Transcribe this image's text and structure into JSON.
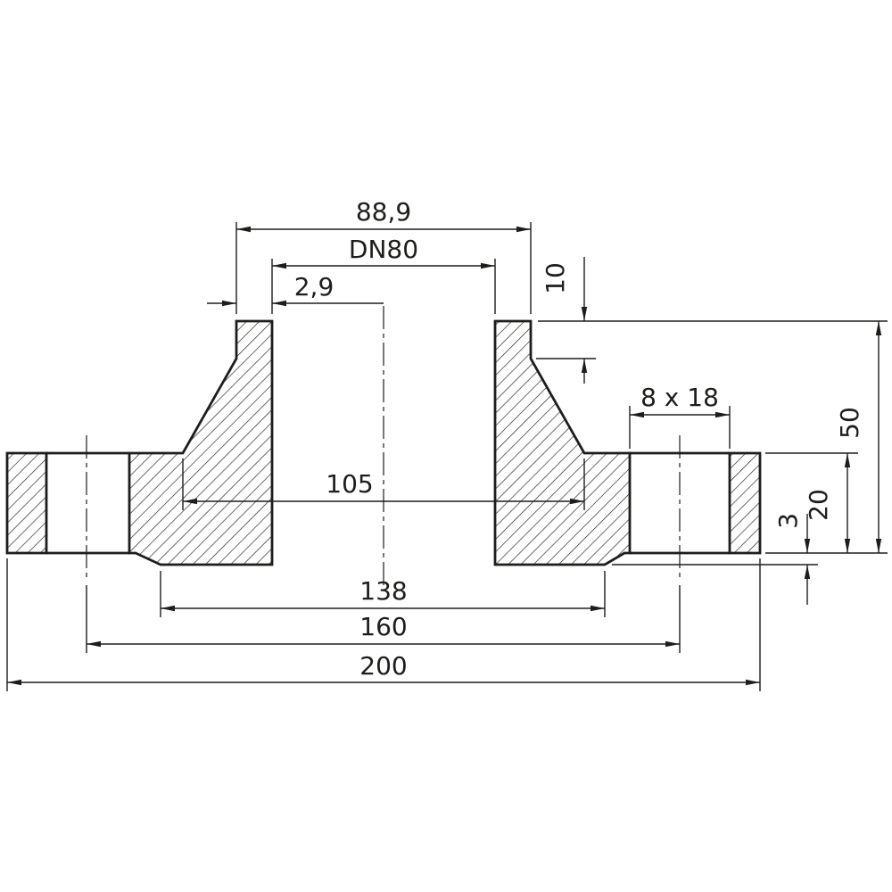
{
  "page": {
    "background_color": "#ffffff",
    "line_color": "#1d1d1b"
  },
  "drawing": {
    "kind": "flange-cross-section-technical-drawing",
    "labels": {
      "pipe_od": "88,9",
      "nominal_bore": "DN80",
      "wall_thickness": "2,9",
      "neck_height": "10",
      "bolt_holes": "8 x 18",
      "overall_height": "50",
      "hub_diameter": "105",
      "flange_thickness": "20",
      "raised_face_height": "3",
      "raised_face_diameter": "138",
      "bolt_circle_diameter": "160",
      "outer_diameter": "200"
    }
  }
}
